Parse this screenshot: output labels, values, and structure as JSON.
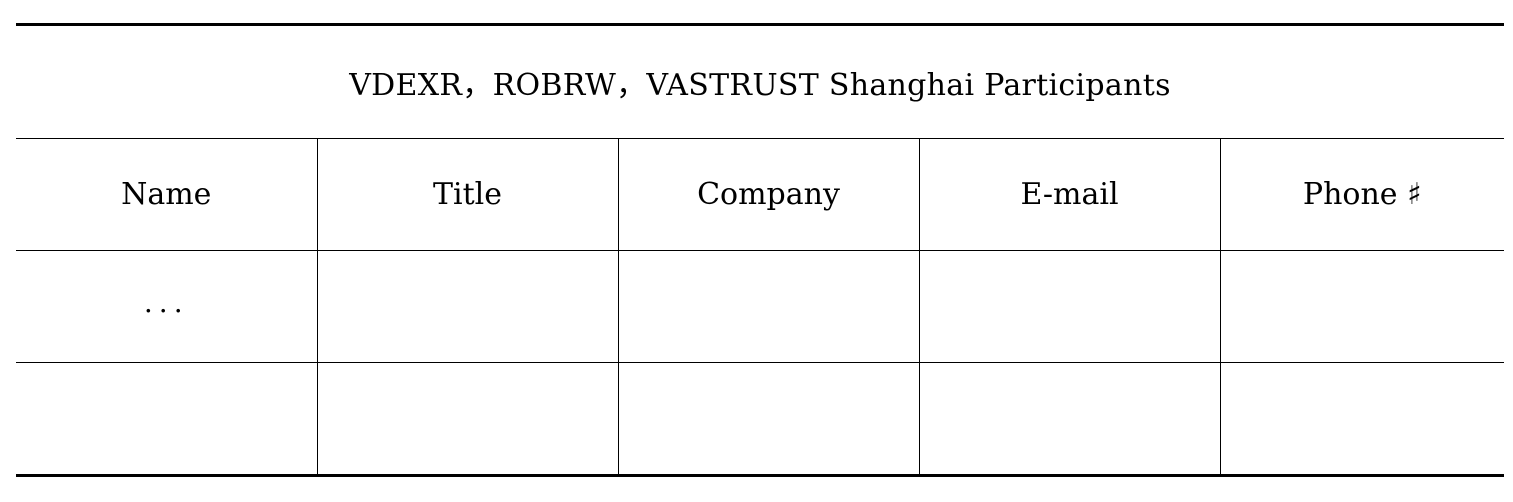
{
  "table": {
    "title": "VDEXR，ROBRW，VASTRUST Shanghai Participants",
    "headers": [
      "Name",
      "Title",
      "Company",
      "E-mail",
      "Phone ♯"
    ],
    "rows": [
      [
        "...",
        "",
        "",
        "",
        ""
      ],
      [
        "",
        "",
        "",
        "",
        ""
      ]
    ]
  }
}
